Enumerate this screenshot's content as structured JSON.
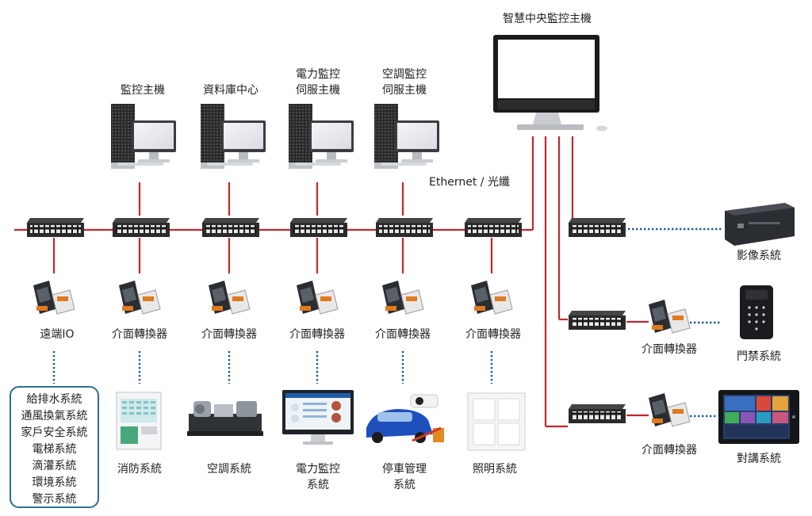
{
  "central": {
    "label": "智慧中央監控主機"
  },
  "network": {
    "label": "Ethernet / 光纖"
  },
  "servers": [
    {
      "lines": [
        "監控主機"
      ]
    },
    {
      "lines": [
        "資料庫中心"
      ]
    },
    {
      "lines": [
        "電力監控",
        "伺服主機"
      ]
    },
    {
      "lines": [
        "空調監控",
        "伺服主機"
      ]
    }
  ],
  "converters": [
    {
      "label": "遠端IO"
    },
    {
      "label": "介面轉換器"
    },
    {
      "label": "介面轉換器"
    },
    {
      "label": "介面轉換器"
    },
    {
      "label": "介面轉換器"
    },
    {
      "label": "介面轉換器"
    }
  ],
  "remote_io_systems": [
    "給排水系統",
    "通風換氣系統",
    "家戶安全系統",
    "電梯系統",
    "滴灌系統",
    "環境系統",
    "警示系統"
  ],
  "subsystems": [
    {
      "lines": [
        "消防系統"
      ]
    },
    {
      "lines": [
        "空調系統"
      ]
    },
    {
      "lines": [
        "電力監控",
        "系統"
      ]
    },
    {
      "lines": [
        "停車管理",
        "系統"
      ]
    },
    {
      "lines": [
        "照明系統"
      ]
    }
  ],
  "right_branches": [
    {
      "converter": "",
      "system": "影像系統"
    },
    {
      "converter": "介面轉換器",
      "system": "門禁系統"
    },
    {
      "converter": "介面轉換器",
      "system": "對講系統"
    }
  ],
  "colors": {
    "link": "#c0282d",
    "serial": "#1f5a99",
    "box_border": "#2f6d94",
    "switch": "#2b2b2b"
  }
}
